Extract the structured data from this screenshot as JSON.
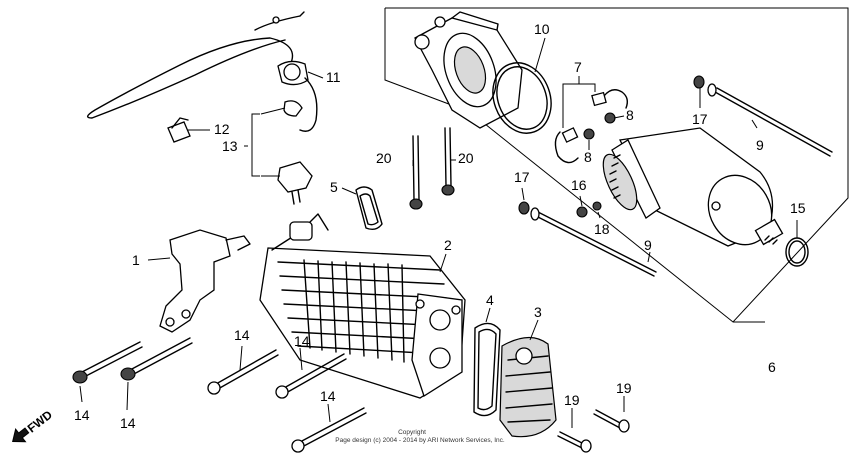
{
  "part_labels": {
    "p1": "1",
    "p2": "2",
    "p3": "3",
    "p4": "4",
    "p5": "5",
    "p6": "6",
    "p7": "7",
    "p8a": "8",
    "p8b": "8",
    "p9a": "9",
    "p9b": "9",
    "p10": "10",
    "p11": "11",
    "p12": "12",
    "p13": "13",
    "p14a": "14",
    "p14b": "14",
    "p14c": "14",
    "p14d": "14",
    "p14e": "14",
    "p15": "15",
    "p16": "16",
    "p17a": "17",
    "p17b": "17",
    "p18": "18",
    "p19a": "19",
    "p19b": "19",
    "p20a": "20",
    "p20b": "20"
  },
  "direction_marker": "FWD",
  "copyright": {
    "line1": "Copyright",
    "line2": "Page design (c) 2004 - 2014 by ARI Network Services, Inc."
  }
}
